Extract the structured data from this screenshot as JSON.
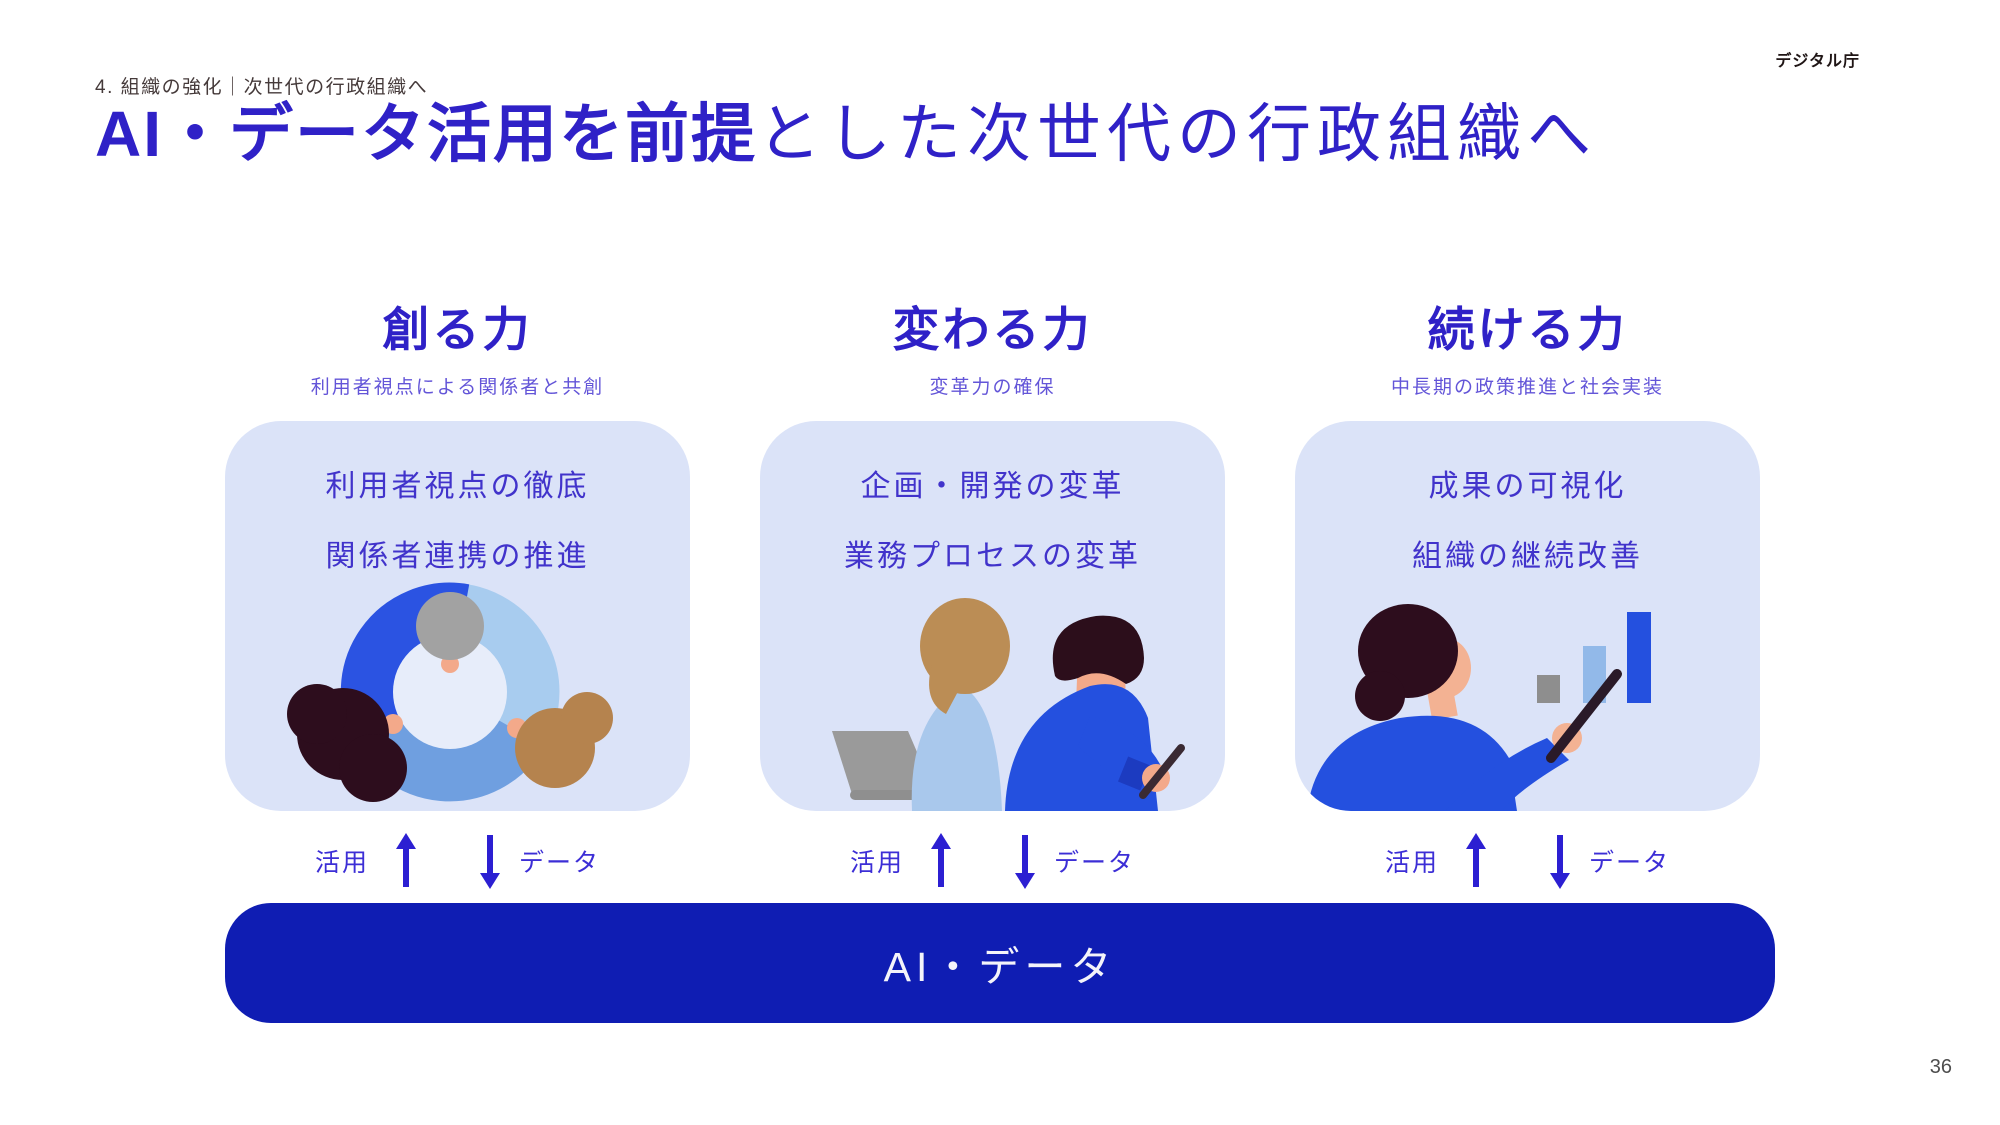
{
  "header": {
    "breadcrumb": "4. 組織の強化｜次世代の行政組織へ",
    "agency": "デジタル庁"
  },
  "title": {
    "emphasis": "AI・データ活用を前提",
    "rest": "とした次世代の行政組織へ"
  },
  "columns": [
    {
      "heading": "創る力",
      "subtitle": "利用者視点による関係者と共創",
      "items": [
        "利用者視点の徹底",
        "関係者連携の推進"
      ],
      "illustration": "three-people-collaboration-top-view"
    },
    {
      "heading": "変わる力",
      "subtitle": "変革力の確保",
      "items": [
        "企画・開発の変革",
        "業務プロセスの変革"
      ],
      "illustration": "two-people-working-at-laptop"
    },
    {
      "heading": "続ける力",
      "subtitle": "中長期の政策推進と社会実装",
      "items": [
        "成果の可視化",
        "組織の継続改善"
      ],
      "illustration": "person-pointing-ascending-bar-chart"
    }
  ],
  "flow": {
    "up_label": "活用",
    "down_label": "データ"
  },
  "foundation": {
    "label": "AI・データ"
  },
  "page_number": "36",
  "colors": {
    "accent_blue": "#2f21c7",
    "subtitle_violet": "#6355d8",
    "card_background": "#dbe3f8",
    "card_text": "#4133cb",
    "arrow_blue": "#2c1fd2",
    "foundation_bar": "#0f1db3",
    "foundation_text": "#f4f4fa",
    "illustration_bright_blue": "#2450df",
    "illustration_light_blue": "#a9c8ec",
    "illustration_medium_blue": "#6f9fe0"
  }
}
